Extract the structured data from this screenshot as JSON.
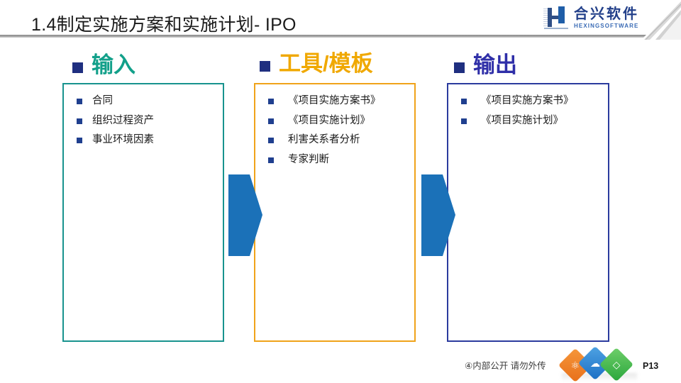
{
  "slide": {
    "title": "1.4制定实施方案和实施计划- IPO",
    "page_number": "P13",
    "confidentiality_note": "④内部公开 请勿外传"
  },
  "brand": {
    "name_cn": "合兴软件",
    "name_en": "HEXINGSOFTWARE",
    "logo_icon": "hexing-h-logo",
    "logo_color": "#23408a"
  },
  "colors": {
    "input_accent": "#12a08a",
    "input_border": "#18938e",
    "tools_accent": "#f0a800",
    "tools_border": "#f0a31a",
    "output_accent": "#2f2fa8",
    "output_border": "#2b3b9e",
    "bullet_square": "#1f2f80",
    "arrow_fill": "#1b71b8",
    "title_rule": "#8c8c8c"
  },
  "columns": [
    {
      "id": "input",
      "header": "输入",
      "header_bullet_icon": "square-bullet-icon",
      "items": [
        "合同",
        "组织过程资产",
        "事业环境因素"
      ]
    },
    {
      "id": "tools",
      "header": "工具/模板",
      "header_bullet_icon": "square-bullet-icon",
      "items": [
        "《项目实施方案书》",
        "《项目实施计划》",
        "利害关系者分析",
        "专家判断"
      ]
    },
    {
      "id": "output",
      "header": "输出",
      "header_bullet_icon": "square-bullet-icon",
      "items": [
        "《项目实施方案书》",
        "《项目实施计划》"
      ]
    }
  ],
  "arrows": [
    {
      "id": "arrow-input-to-tools",
      "icon": "right-arrow-icon"
    },
    {
      "id": "arrow-tools-to-output",
      "icon": "right-arrow-icon"
    }
  ],
  "footer_icons": [
    {
      "id": "cube-orange",
      "icon": "orange-cube-icon",
      "glyph": "⚛"
    },
    {
      "id": "cube-blue",
      "icon": "blue-cloud-cube-icon",
      "glyph": "☁"
    },
    {
      "id": "cube-green",
      "icon": "green-diamond-cube-icon",
      "glyph": "◇"
    }
  ]
}
